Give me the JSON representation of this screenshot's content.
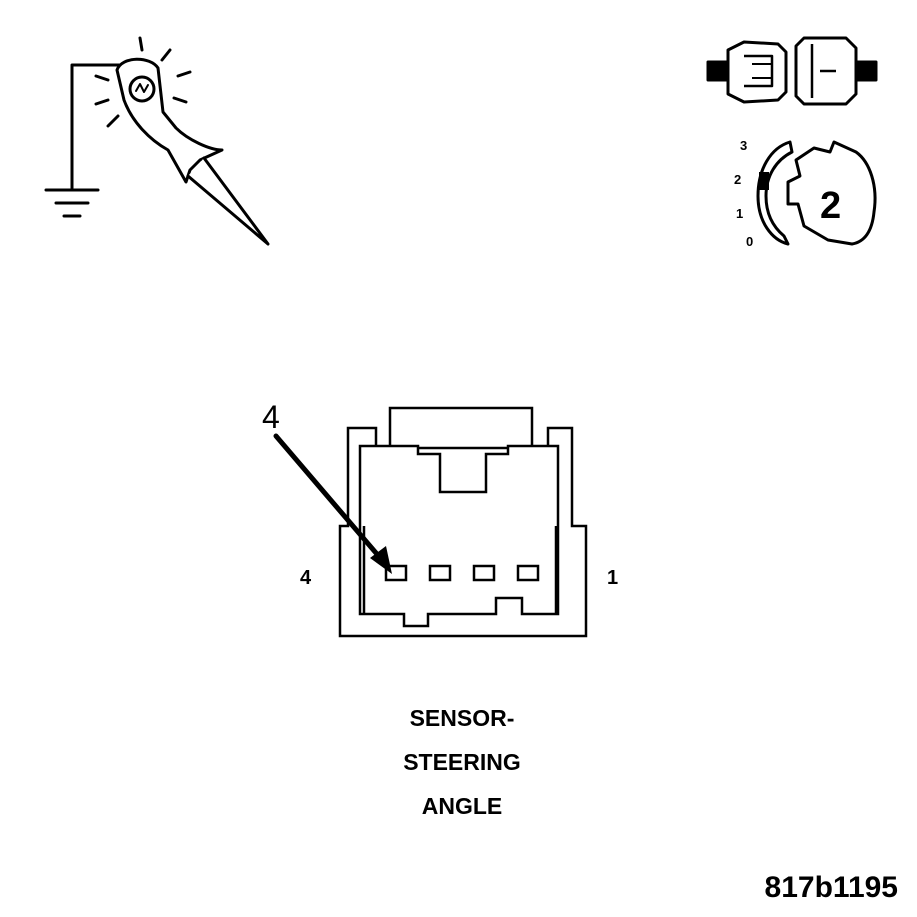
{
  "ignition": {
    "positions": [
      "3",
      "2",
      "1",
      "0"
    ],
    "selected_position": "2"
  },
  "connector": {
    "pin_callout": "4",
    "left_pin_label": "4",
    "right_pin_label": "1"
  },
  "caption": {
    "line1": "SENSOR-",
    "line2": "STEERING",
    "line3": "ANGLE"
  },
  "figure_id": "817b1195",
  "colors": {
    "ink": "#000000",
    "background": "#ffffff"
  }
}
